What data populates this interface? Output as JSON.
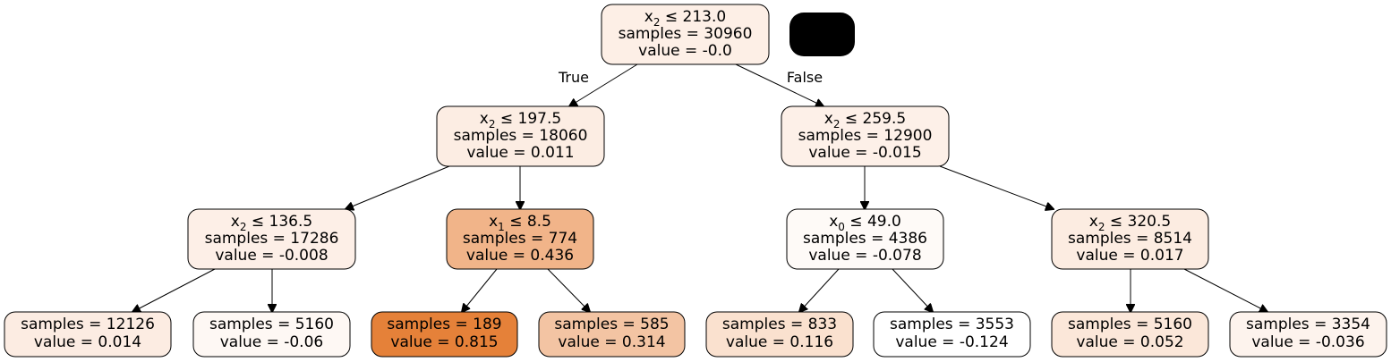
{
  "tree": {
    "redaction_color": "#000000",
    "edge_labels": {
      "true_label": "True",
      "false_label": "False"
    },
    "nodes": [
      {
        "id": "n0",
        "var": "x",
        "sub": "2",
        "op": "≤ 213.0",
        "samples": "samples = 30960",
        "value": "value = -0.0",
        "fill": "#fdefe6"
      },
      {
        "id": "n1",
        "var": "x",
        "sub": "2",
        "op": "≤ 197.5",
        "samples": "samples = 18060",
        "value": "value = 0.011",
        "fill": "#fcede3"
      },
      {
        "id": "n2",
        "var": "x",
        "sub": "2",
        "op": "≤ 259.5",
        "samples": "samples = 12900",
        "value": "value = -0.015",
        "fill": "#fdf0e8"
      },
      {
        "id": "n3",
        "var": "x",
        "sub": "2",
        "op": "≤ 136.5",
        "samples": "samples = 17286",
        "value": "value = -0.008",
        "fill": "#fdefe7"
      },
      {
        "id": "n4",
        "var": "x",
        "sub": "1",
        "op": "≤ 8.5",
        "samples": "samples = 774",
        "value": "value = 0.436",
        "fill": "#f1b489"
      },
      {
        "id": "n5",
        "var": "x",
        "sub": "0",
        "op": "≤ 49.0",
        "samples": "samples = 4386",
        "value": "value = -0.078",
        "fill": "#fefaf7"
      },
      {
        "id": "n6",
        "var": "x",
        "sub": "2",
        "op": "≤ 320.5",
        "samples": "samples = 8514",
        "value": "value = 0.017",
        "fill": "#fcece1"
      },
      {
        "id": "n7",
        "samples": "samples = 12126",
        "value": "value = 0.014",
        "fill": "#fcece2"
      },
      {
        "id": "n8",
        "samples": "samples = 5160",
        "value": "value = -0.06",
        "fill": "#fef8f4"
      },
      {
        "id": "n9",
        "samples": "samples = 189",
        "value": "value = 0.815",
        "fill": "#e58139"
      },
      {
        "id": "n10",
        "samples": "samples = 585",
        "value": "value = 0.314",
        "fill": "#f3c4a3"
      },
      {
        "id": "n11",
        "samples": "samples = 833",
        "value": "value = 0.116",
        "fill": "#fae1cf"
      },
      {
        "id": "n12",
        "samples": "samples = 3553",
        "value": "value = -0.124",
        "fill": "#ffffff"
      },
      {
        "id": "n13",
        "samples": "samples = 5160",
        "value": "value = 0.052",
        "fill": "#fbe7d9"
      },
      {
        "id": "n14",
        "samples": "samples = 3354",
        "value": "value = -0.036",
        "fill": "#fdf3ed"
      }
    ],
    "edges": [
      {
        "from": "n0",
        "to": "n1"
      },
      {
        "from": "n0",
        "to": "n2"
      },
      {
        "from": "n1",
        "to": "n3"
      },
      {
        "from": "n1",
        "to": "n4"
      },
      {
        "from": "n2",
        "to": "n5"
      },
      {
        "from": "n2",
        "to": "n6"
      },
      {
        "from": "n3",
        "to": "n7"
      },
      {
        "from": "n3",
        "to": "n8"
      },
      {
        "from": "n4",
        "to": "n9"
      },
      {
        "from": "n4",
        "to": "n10"
      },
      {
        "from": "n5",
        "to": "n11"
      },
      {
        "from": "n5",
        "to": "n12"
      },
      {
        "from": "n6",
        "to": "n13"
      },
      {
        "from": "n6",
        "to": "n14"
      }
    ]
  }
}
